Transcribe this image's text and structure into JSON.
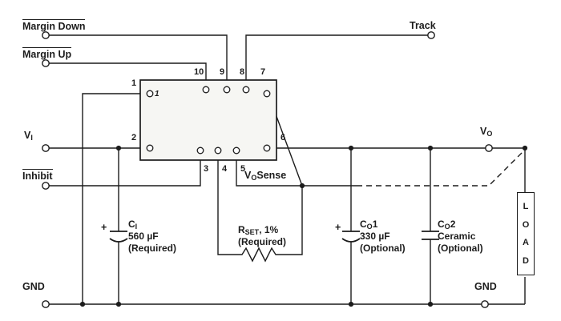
{
  "diagram": {
    "type": "schematic",
    "description": "DC/DC power module typical application circuit"
  },
  "colors": {
    "wire": "#1c1c1c",
    "ic_fill": "#f6f6f3",
    "background": "#ffffff"
  },
  "signals": {
    "margin_down": {
      "label": "Margin Down",
      "active_low": true
    },
    "margin_up": {
      "label": "Margin Up",
      "active_low": true
    },
    "track": {
      "label": "Track"
    },
    "inhibit": {
      "label": "Inhibit",
      "active_low": true
    },
    "v_in": {
      "base": "V",
      "sub": "I"
    },
    "v_out": {
      "base": "V",
      "sub": "O"
    },
    "vo_sense": {
      "base": "V",
      "sub": "O",
      "rest": "Sense"
    },
    "gnd_left": "GND",
    "gnd_right": "GND"
  },
  "module": {
    "pins": {
      "1": "1",
      "2": "2",
      "3": "3",
      "4": "4",
      "5": "5",
      "6": "6",
      "7": "7",
      "8": "8",
      "9": "9",
      "10": "10"
    },
    "pin1_indicator": "1"
  },
  "components": {
    "c_i": {
      "ref": {
        "base": "C",
        "sub": "I"
      },
      "value": "560 µF",
      "note": "(Required)",
      "plus": "+"
    },
    "r_set": {
      "ref": {
        "base": "R",
        "sub": "SET"
      },
      "tolerance": ", 1%",
      "note": "(Required)"
    },
    "c_o1": {
      "ref": {
        "base": "C",
        "sub": "O",
        "num": "1"
      },
      "value": "330 µF",
      "note": "(Optional)",
      "plus": "+"
    },
    "c_o2": {
      "ref": {
        "base": "C",
        "sub": "O",
        "num": "2"
      },
      "value": "Ceramic",
      "note": "(Optional)"
    },
    "load": {
      "letters": [
        "L",
        "O",
        "A",
        "D"
      ]
    }
  }
}
